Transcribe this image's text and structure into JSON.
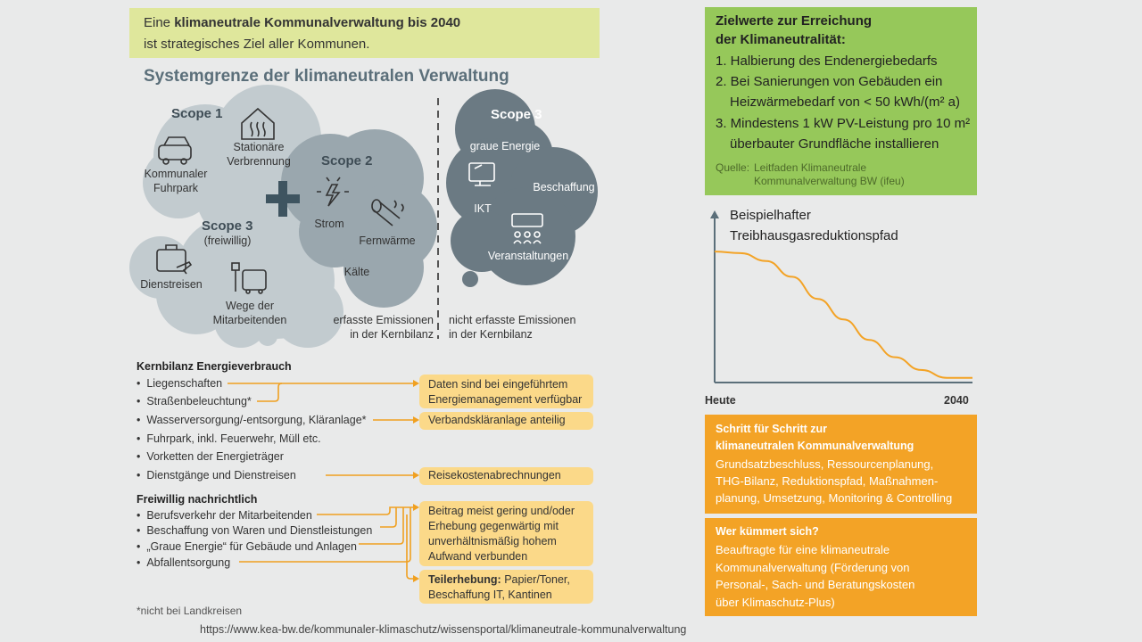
{
  "banner": {
    "line1_pre": "Eine ",
    "line1_bold": "klimaneutrale Kommunalverwaltung bis 2040",
    "line2": "ist strategisches Ziel aller Kommunen."
  },
  "diagram": {
    "title": "Systemgrenze der klimaneutralen Verwaltung",
    "scope1": {
      "title": "Scope 1",
      "item1": "Kommunaler Fuhrpark",
      "item1_l1": "Kommunaler",
      "item1_l2": "Fuhrpark",
      "item2_l1": "Stationäre",
      "item2_l2": "Verbrennung"
    },
    "scope2": {
      "title": "Scope 2",
      "strom": "Strom",
      "fernwaerme": "Fernwärme",
      "kaelte": "Kälte"
    },
    "scope3f": {
      "title": "Scope 3",
      "sub": "(freiwillig)",
      "dienstreisen": "Dienstreisen",
      "wege_l1": "Wege der",
      "wege_l2": "Mitarbeitenden"
    },
    "scope3": {
      "title": "Scope 3",
      "graue": "graue Energie",
      "beschaffung": "Beschaffung",
      "ikt": "IKT",
      "veranstaltungen": "Veranstaltungen"
    },
    "erfasst_l1": "erfasste Emissionen",
    "erfasst_l2": "in der Kernbilanz",
    "nicht_l1": "nicht erfasste Emissionen",
    "nicht_l2": "in der Kernbilanz"
  },
  "kernbilanz": {
    "heading": "Kernbilanz Energieverbrauch",
    "items": [
      "Liegenschaften",
      "Straßenbeleuchtung*",
      "Wasserversorgung/-entsorgung, Kläranlage*",
      "Fuhrpark, inkl. Feuerwehr, Müll etc.",
      "Vorketten der Energieträger",
      "Dienstgänge und Dienstreisen"
    ],
    "box1_l1": "Daten sind bei eingeführtem",
    "box1_l2": "Energiemanagement verfügbar",
    "box2": "Verbandskläranlage anteilig",
    "box3": "Reisekostenabrechnungen"
  },
  "freiwillig": {
    "heading": "Freiwillig nachrichtlich",
    "items": [
      "Berufsverkehr der Mitarbeitenden",
      "Beschaffung von Waren und Dienstleistungen",
      "„Graue Energie“ für Gebäude und Anlagen",
      "Abfallentsorgung"
    ],
    "box1": [
      "Beitrag meist gering und/oder",
      "Erhebung gegenwärtig mit",
      "unverhältnismäßig hohem",
      "Aufwand verbunden"
    ],
    "box2_bold": "Teilerhebung:",
    "box2_rest": " Papier/Toner,",
    "box2_l2": "Beschaffung IT, Kantinen"
  },
  "footnote": "*nicht bei Landkreisen",
  "url": "https://www.kea-bw.de/kommunaler-klimaschutz/wissensportal/klimaneutrale-kommunalverwaltung",
  "zielwerte": {
    "title_l1": "Zielwerte zur Erreichung",
    "title_l2": "der Klimaneutralität:",
    "l1": "1. Halbierung des Endenergiebedarfs",
    "l2": "2. Bei Sanierungen von Gebäuden ein",
    "l3": "Heizwärmebedarf von < 50 kWh/(m² a)",
    "l4": "3. Mindestens 1 kW PV-Leistung pro 10 m²",
    "l5": "überbauter Grundfläche installieren",
    "quelle_label": "Quelle:",
    "quelle_l1": "Leitfaden Klimaneutrale",
    "quelle_l2": "Kommunalverwaltung BW (ifeu)"
  },
  "chart_data": {
    "type": "line",
    "title": "Beispielhafter Treibhausgasreduktionspfad",
    "title_l1": "Beispielhafter",
    "title_l2": "Treibhausgasreduktionspfad",
    "x_start_label": "Heute",
    "x_end_label": "2040",
    "x": [
      0,
      0.1,
      0.2,
      0.3,
      0.4,
      0.5,
      0.6,
      0.7,
      0.8,
      0.9,
      1.0
    ],
    "values": [
      0.83,
      0.82,
      0.77,
      0.67,
      0.53,
      0.4,
      0.27,
      0.16,
      0.08,
      0.03,
      0.03
    ]
  },
  "schritt": {
    "t1": "Schritt für Schritt zur",
    "t2": "klimaneutralen Kommunalverwaltung",
    "l1": "Grundsatzbeschluss, Ressourcenplanung,",
    "l2": "THG-Bilanz, Reduktionspfad, Maßnahmen-",
    "l3": "planung, Umsetzung, Monitoring & Controlling"
  },
  "wer": {
    "t1": "Wer kümmert sich?",
    "l1": "Beauftragte für eine klimaneutrale",
    "l2": "Kommunalverwaltung (Förderung von",
    "l3": "Personal-, Sach- und Beratungskosten",
    "l4": "über Klimaschutz-Plus)"
  },
  "colors": {
    "banner": "#dfe79c",
    "cloud_light": "#c2cbcf",
    "cloud_mid": "#9aa7ae",
    "cloud_dark": "#6b7a83",
    "yellow_box": "#fbd989",
    "arrow": "#f0a020",
    "green": "#96c85a",
    "orange": "#f3a326"
  }
}
